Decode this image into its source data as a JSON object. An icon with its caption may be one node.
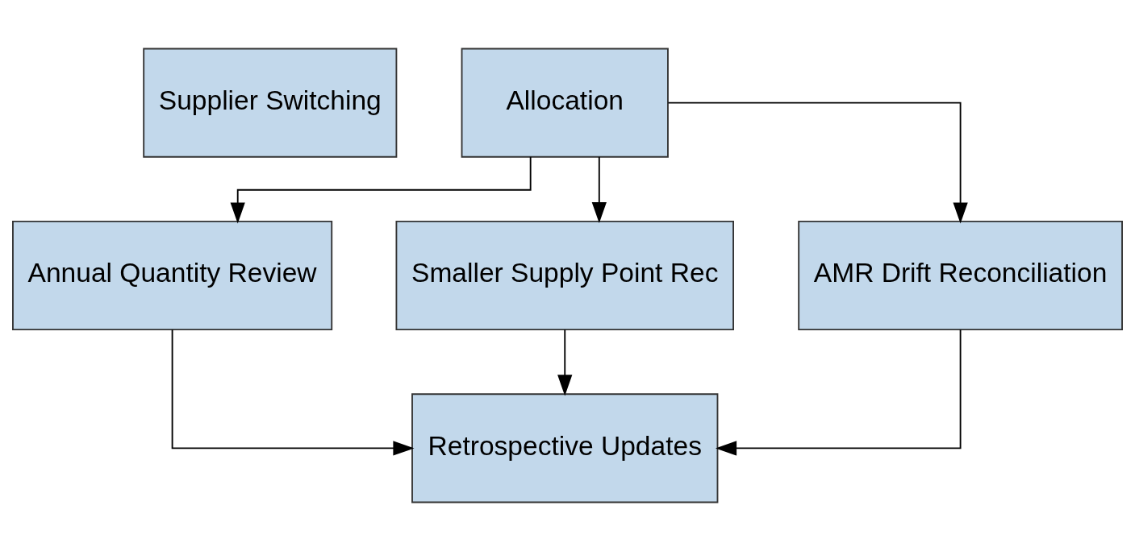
{
  "diagram": {
    "nodes": [
      {
        "text": [
          "Supplier Switching"
        ]
      },
      {
        "text": [
          "Allocation"
        ]
      },
      {
        "text": [
          "Annual Quantity Review"
        ]
      },
      {
        "text": [
          "Smaller Supply Point Rec"
        ]
      },
      {
        "text": [
          "AMR Drift Reconciliation"
        ]
      },
      {
        "text": [
          "Retrospective Updates"
        ]
      }
    ],
    "edges": [
      {
        "from": 1,
        "to": 2,
        "arrow": "to"
      },
      {
        "from": 1,
        "to": 3,
        "arrow": "to"
      },
      {
        "from": 1,
        "to": 4,
        "arrow": "to"
      },
      {
        "from": 2,
        "to": 5,
        "arrow": "to"
      },
      {
        "from": 3,
        "to": 5,
        "arrow": "to"
      },
      {
        "from": 4,
        "to": 5,
        "arrow": "to"
      }
    ]
  }
}
